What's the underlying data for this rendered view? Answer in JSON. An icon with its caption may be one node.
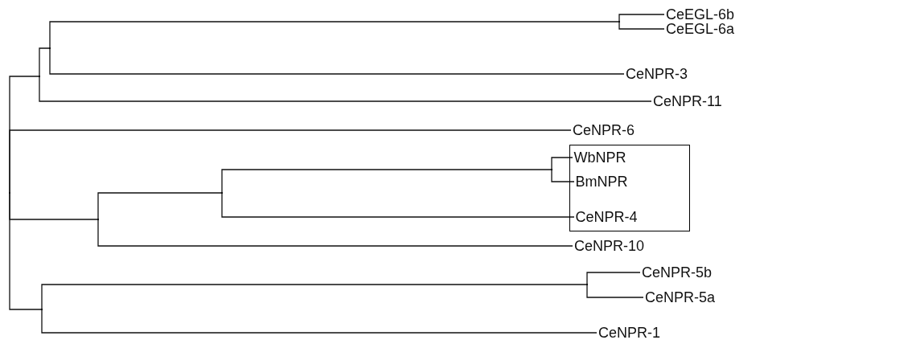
{
  "diagram": {
    "nodes": [
      {
        "text": [],
        "shape": "point"
      },
      {
        "text": [],
        "shape": "point"
      },
      {
        "text": [],
        "shape": "point"
      },
      {
        "text": [],
        "shape": "point"
      },
      {
        "text": [
          "CeEGL-6b"
        ]
      },
      {
        "text": [
          "CeEGL-6a"
        ]
      },
      {
        "text": [
          "CeNPR-3"
        ]
      },
      {
        "text": [
          "CeNPR-11"
        ]
      },
      {
        "text": [
          "CeNPR-6"
        ]
      },
      {
        "text": [],
        "shape": "point"
      },
      {
        "text": [],
        "shape": "point"
      },
      {
        "text": [],
        "shape": "box"
      },
      {
        "text": [],
        "shape": "point"
      },
      {
        "text": [
          "WbNPR"
        ],
        "in": 11
      },
      {
        "text": [
          "BmNPR"
        ],
        "in": 11
      },
      {
        "text": [
          "CeNPR-4"
        ],
        "in": 11
      },
      {
        "text": [
          "CeNPR-10"
        ]
      },
      {
        "text": [],
        "shape": "point"
      },
      {
        "text": [],
        "shape": "point"
      },
      {
        "text": [
          "CeNPR-5b"
        ]
      },
      {
        "text": [
          "CeNPR-5a"
        ]
      },
      {
        "text": [
          "CeNPR-1"
        ]
      }
    ],
    "edges": [
      {
        "from": 0,
        "to": 1,
        "arrow": "none"
      },
      {
        "from": 1,
        "to": 2,
        "arrow": "none"
      },
      {
        "from": 2,
        "to": 3,
        "arrow": "none"
      },
      {
        "from": 3,
        "to": 4,
        "arrow": "none"
      },
      {
        "from": 3,
        "to": 5,
        "arrow": "none"
      },
      {
        "from": 2,
        "to": 6,
        "arrow": "none"
      },
      {
        "from": 1,
        "to": 7,
        "arrow": "none"
      },
      {
        "from": 0,
        "to": 8,
        "arrow": "none"
      },
      {
        "from": 0,
        "to": 9,
        "arrow": "none"
      },
      {
        "from": 9,
        "to": 10,
        "arrow": "none"
      },
      {
        "from": 10,
        "to": 12,
        "arrow": "none"
      },
      {
        "from": 12,
        "to": 13,
        "arrow": "none"
      },
      {
        "from": 12,
        "to": 14,
        "arrow": "none"
      },
      {
        "from": 10,
        "to": 15,
        "arrow": "none"
      },
      {
        "from": 9,
        "to": 16,
        "arrow": "none"
      },
      {
        "from": 0,
        "to": 17,
        "arrow": "none"
      },
      {
        "from": 17,
        "to": 18,
        "arrow": "none"
      },
      {
        "from": 18,
        "to": 19,
        "arrow": "none"
      },
      {
        "from": 18,
        "to": 20,
        "arrow": "none"
      },
      {
        "from": 17,
        "to": 21,
        "arrow": "none"
      }
    ]
  }
}
